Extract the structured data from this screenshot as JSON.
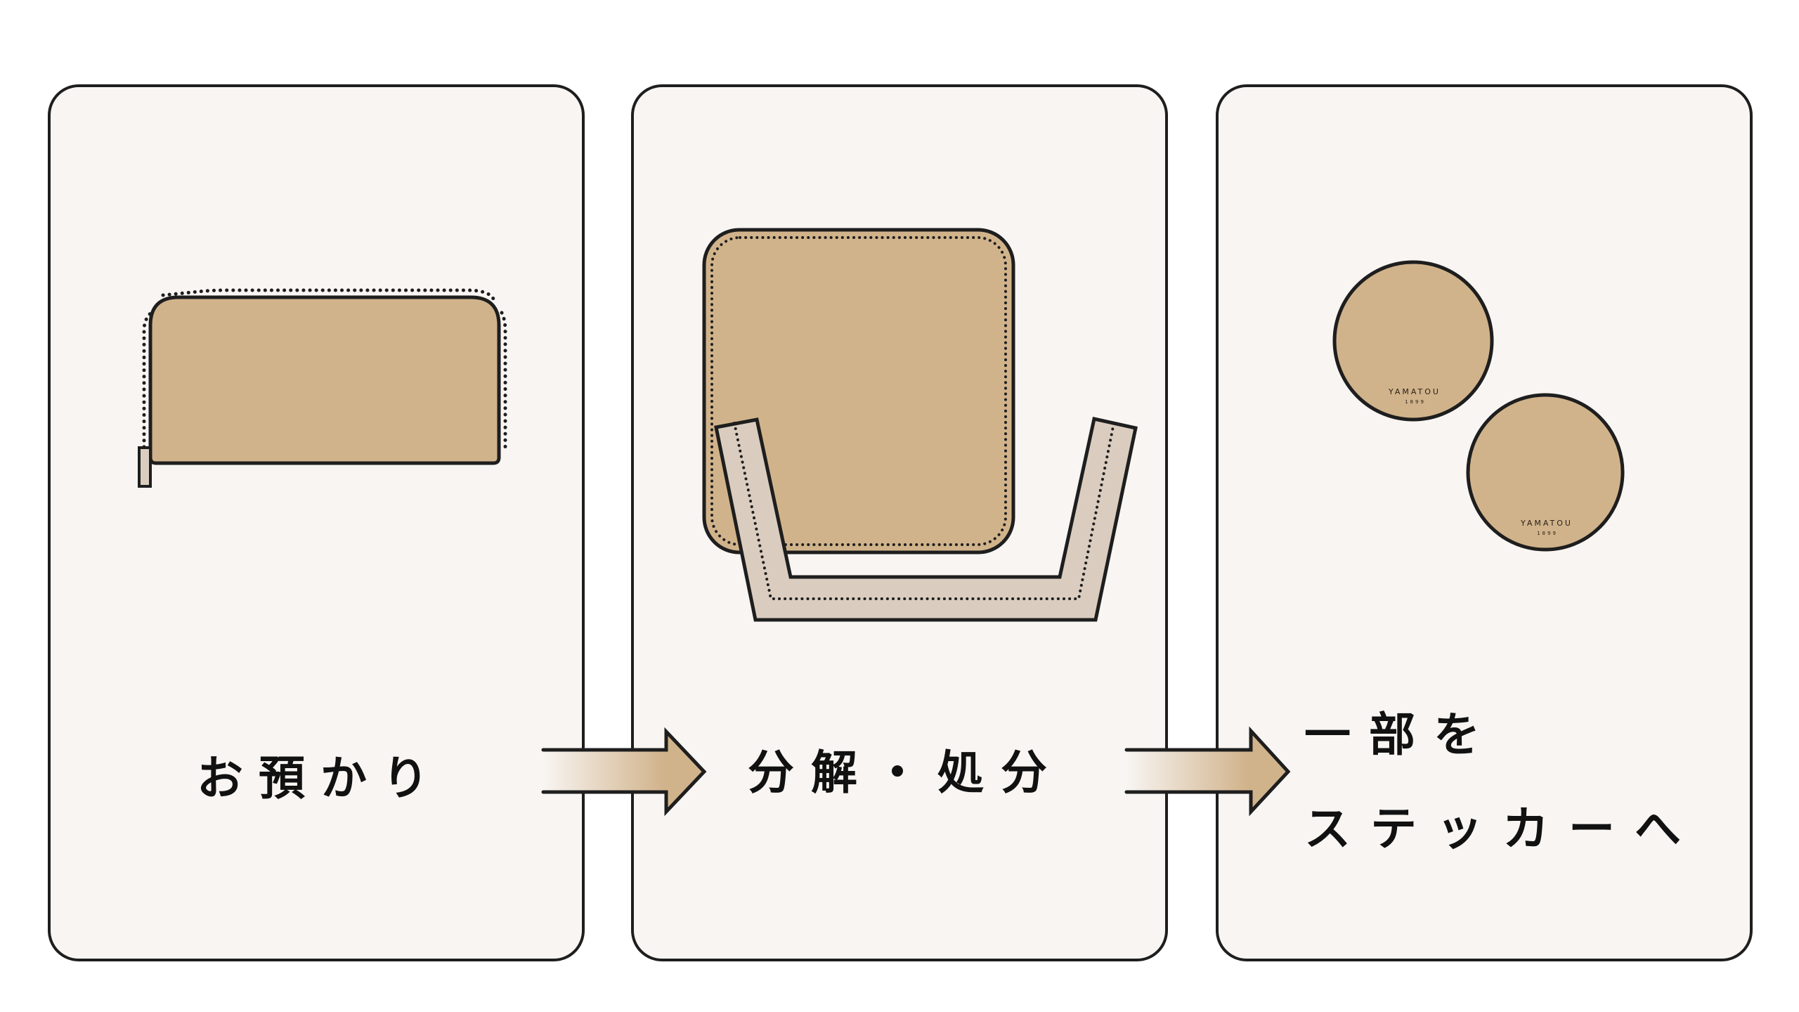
{
  "diagram": {
    "title": "",
    "steps": [
      {
        "id": "step-1",
        "label": "お預かり",
        "illustration": "long-wallet"
      },
      {
        "id": "step-2",
        "label": "分解・処分",
        "illustration": "disassembled-leather-panel-and-strap"
      },
      {
        "id": "step-3",
        "label_lines": [
          "一部を",
          "ステッカーへ"
        ],
        "illustration": "two-round-stickers"
      }
    ],
    "arrows": [
      {
        "from": "step-1",
        "to": "step-2",
        "icon": "arrow-right-icon"
      },
      {
        "from": "step-2",
        "to": "step-3",
        "icon": "arrow-right-icon"
      }
    ],
    "stickers": [
      {
        "brand": "YAMATOU",
        "year": "1899"
      },
      {
        "brand": "YAMATOU",
        "year": "1899"
      }
    ]
  },
  "colors": {
    "card_bg": "#f8f5f2",
    "stroke": "#1e1e1e",
    "leather_tan": "#d1b38b",
    "strap_light": "#dacdbf",
    "page_bg": "#ffffff"
  }
}
